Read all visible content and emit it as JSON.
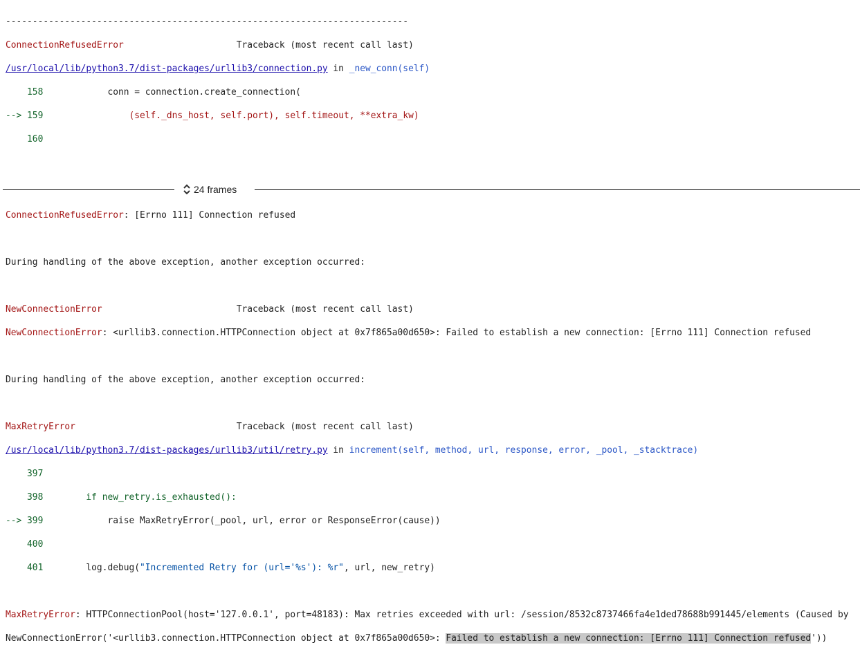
{
  "separator": "---------------------------------------------------------------------------",
  "tb1": {
    "error": "ConnectionRefusedError",
    "header": "Traceback (most recent call last)",
    "file": "/usr/local/lib/python3.7/dist-packages/urllib3/connection.py",
    "in": " in ",
    "func": "_new_conn(self)",
    "l158": "    158",
    "c158": "            conn = connection.create_connection(",
    "arrow": "--> ",
    "l159": "159",
    "c159": "                (self._dns_host, self.port), self.timeout, **extra_kw)",
    "l160": "    160"
  },
  "frames": {
    "label": "24 frames",
    "icon": "unfold-icon"
  },
  "msg1": {
    "error": "ConnectionRefusedError",
    "text": ": [Errno 111] Connection refused"
  },
  "during1": "During handling of the above exception, another exception occurred:",
  "tb2": {
    "error": "NewConnectionError",
    "header": "Traceback (most recent call last)",
    "msg_error": "NewConnectionError",
    "msg_text": ": <urllib3.connection.HTTPConnection object at 0x7f865a00d650>: Failed to establish a new connection: [Errno 111] Connection refused"
  },
  "during2": "During handling of the above exception, another exception occurred:",
  "tb3": {
    "error": "MaxRetryError",
    "header": "Traceback (most recent call last)",
    "file": "/usr/local/lib/python3.7/dist-packages/urllib3/util/retry.py",
    "in": " in ",
    "func": "increment(self, method, url, response, error, _pool, _stacktrace)",
    "l397": "    397",
    "l398": "    398",
    "c398": "        if new_retry.is_exhausted():",
    "arrow": "--> ",
    "l399": "399",
    "c399": "            raise MaxRetryError(_pool, url, error or ResponseError(cause))",
    "l400": "    400",
    "l401": "    401",
    "c401a": "        log.debug(",
    "c401b": "\"Incremented Retry for (url='%s'): %r\"",
    "c401c": ", url, new_retry)"
  },
  "final": {
    "error": "MaxRetryError",
    "line1": ": HTTPConnectionPool(host='127.0.0.1', port=48183): Max retries exceeded with url: /session/8532c8737466fa4e1ded78688b991445/elements (Caused by",
    "line2a": "NewConnectionError('<urllib3.connection.HTTPConnection object at 0x7f865a00d650>: ",
    "line2b": "Failed to establish a new connection: [Errno 111] Connection refused",
    "line2c": "'))"
  },
  "colors": {
    "error": "#a31515",
    "lineno": "#116329",
    "link": "#1a0dab",
    "highlight": "#c8c8c8"
  }
}
